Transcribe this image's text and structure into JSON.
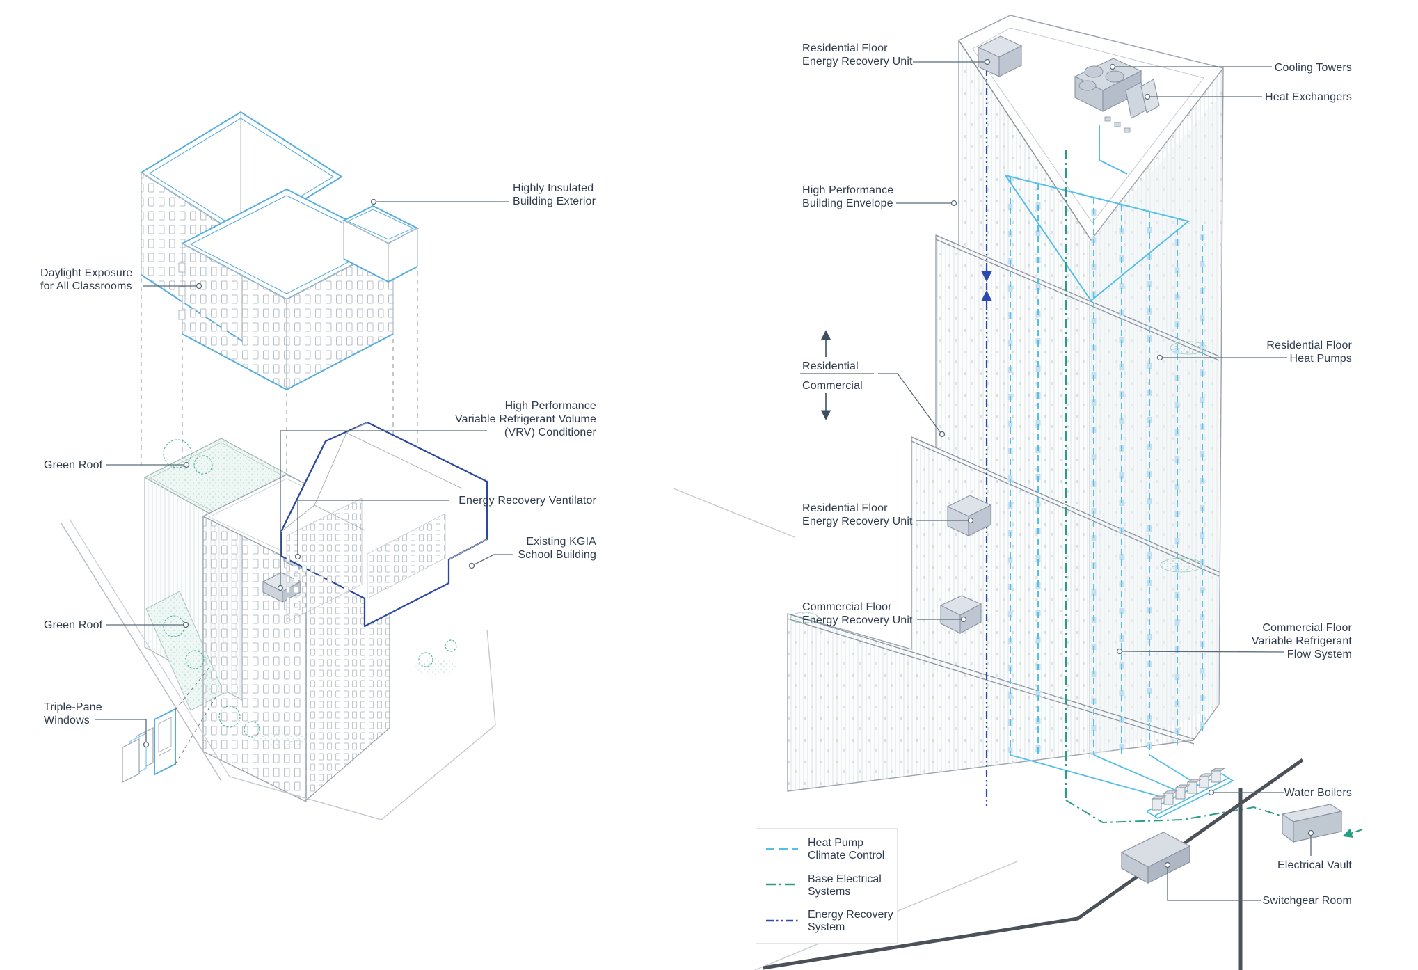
{
  "left": {
    "labels": {
      "highly_insulated": "Highly Insulated\nBuilding Exterior",
      "daylight": "Daylight Exposure\nfor All Classrooms",
      "vrv": "High Performance\nVariable Refrigerant Volume\n(VRV) Conditioner",
      "erv": "Energy Recovery Ventilator",
      "kgia": "Existing KGIA\nSchool Building",
      "green_roof_1": "Green Roof",
      "green_roof_2": "Green Roof",
      "triple_pane": "Triple-Pane\nWindows"
    }
  },
  "right": {
    "labels": {
      "eru_top": "Residential Floor\nEnergy Recovery Unit",
      "cooling_towers": "Cooling Towers",
      "heat_exchangers": "Heat Exchangers",
      "envelope": "High Performance\nBuilding Envelope",
      "residential": "Residential",
      "commercial": "Commercial",
      "heat_pumps": "Residential Floor\nHeat Pumps",
      "eru_mid": "Residential Floor\nEnergy Recovery Unit",
      "eru_com": "Commercial Floor\nEnergy Recovery Unit",
      "vrf": "Commercial Floor\nVariable Refrigerant\nFlow System",
      "water_boilers": "Water Boilers",
      "electrical_vault": "Electrical Vault",
      "switchgear": "Switchgear Room"
    }
  },
  "legend": {
    "items": [
      {
        "label": "Heat Pump\nClimate Control",
        "color": "#55bfe6"
      },
      {
        "label": "Base Electrical\nSystems",
        "color": "#2a9d87"
      },
      {
        "label": "Energy Recovery\nSystem",
        "color": "#2b49ae"
      }
    ]
  },
  "colors": {
    "accent_blue": "#56aede",
    "kgia_outline": "#2b4a9e",
    "text": "#2e3b4c",
    "leader": "#5a6a78",
    "green_landscape": "#55b3a0"
  }
}
